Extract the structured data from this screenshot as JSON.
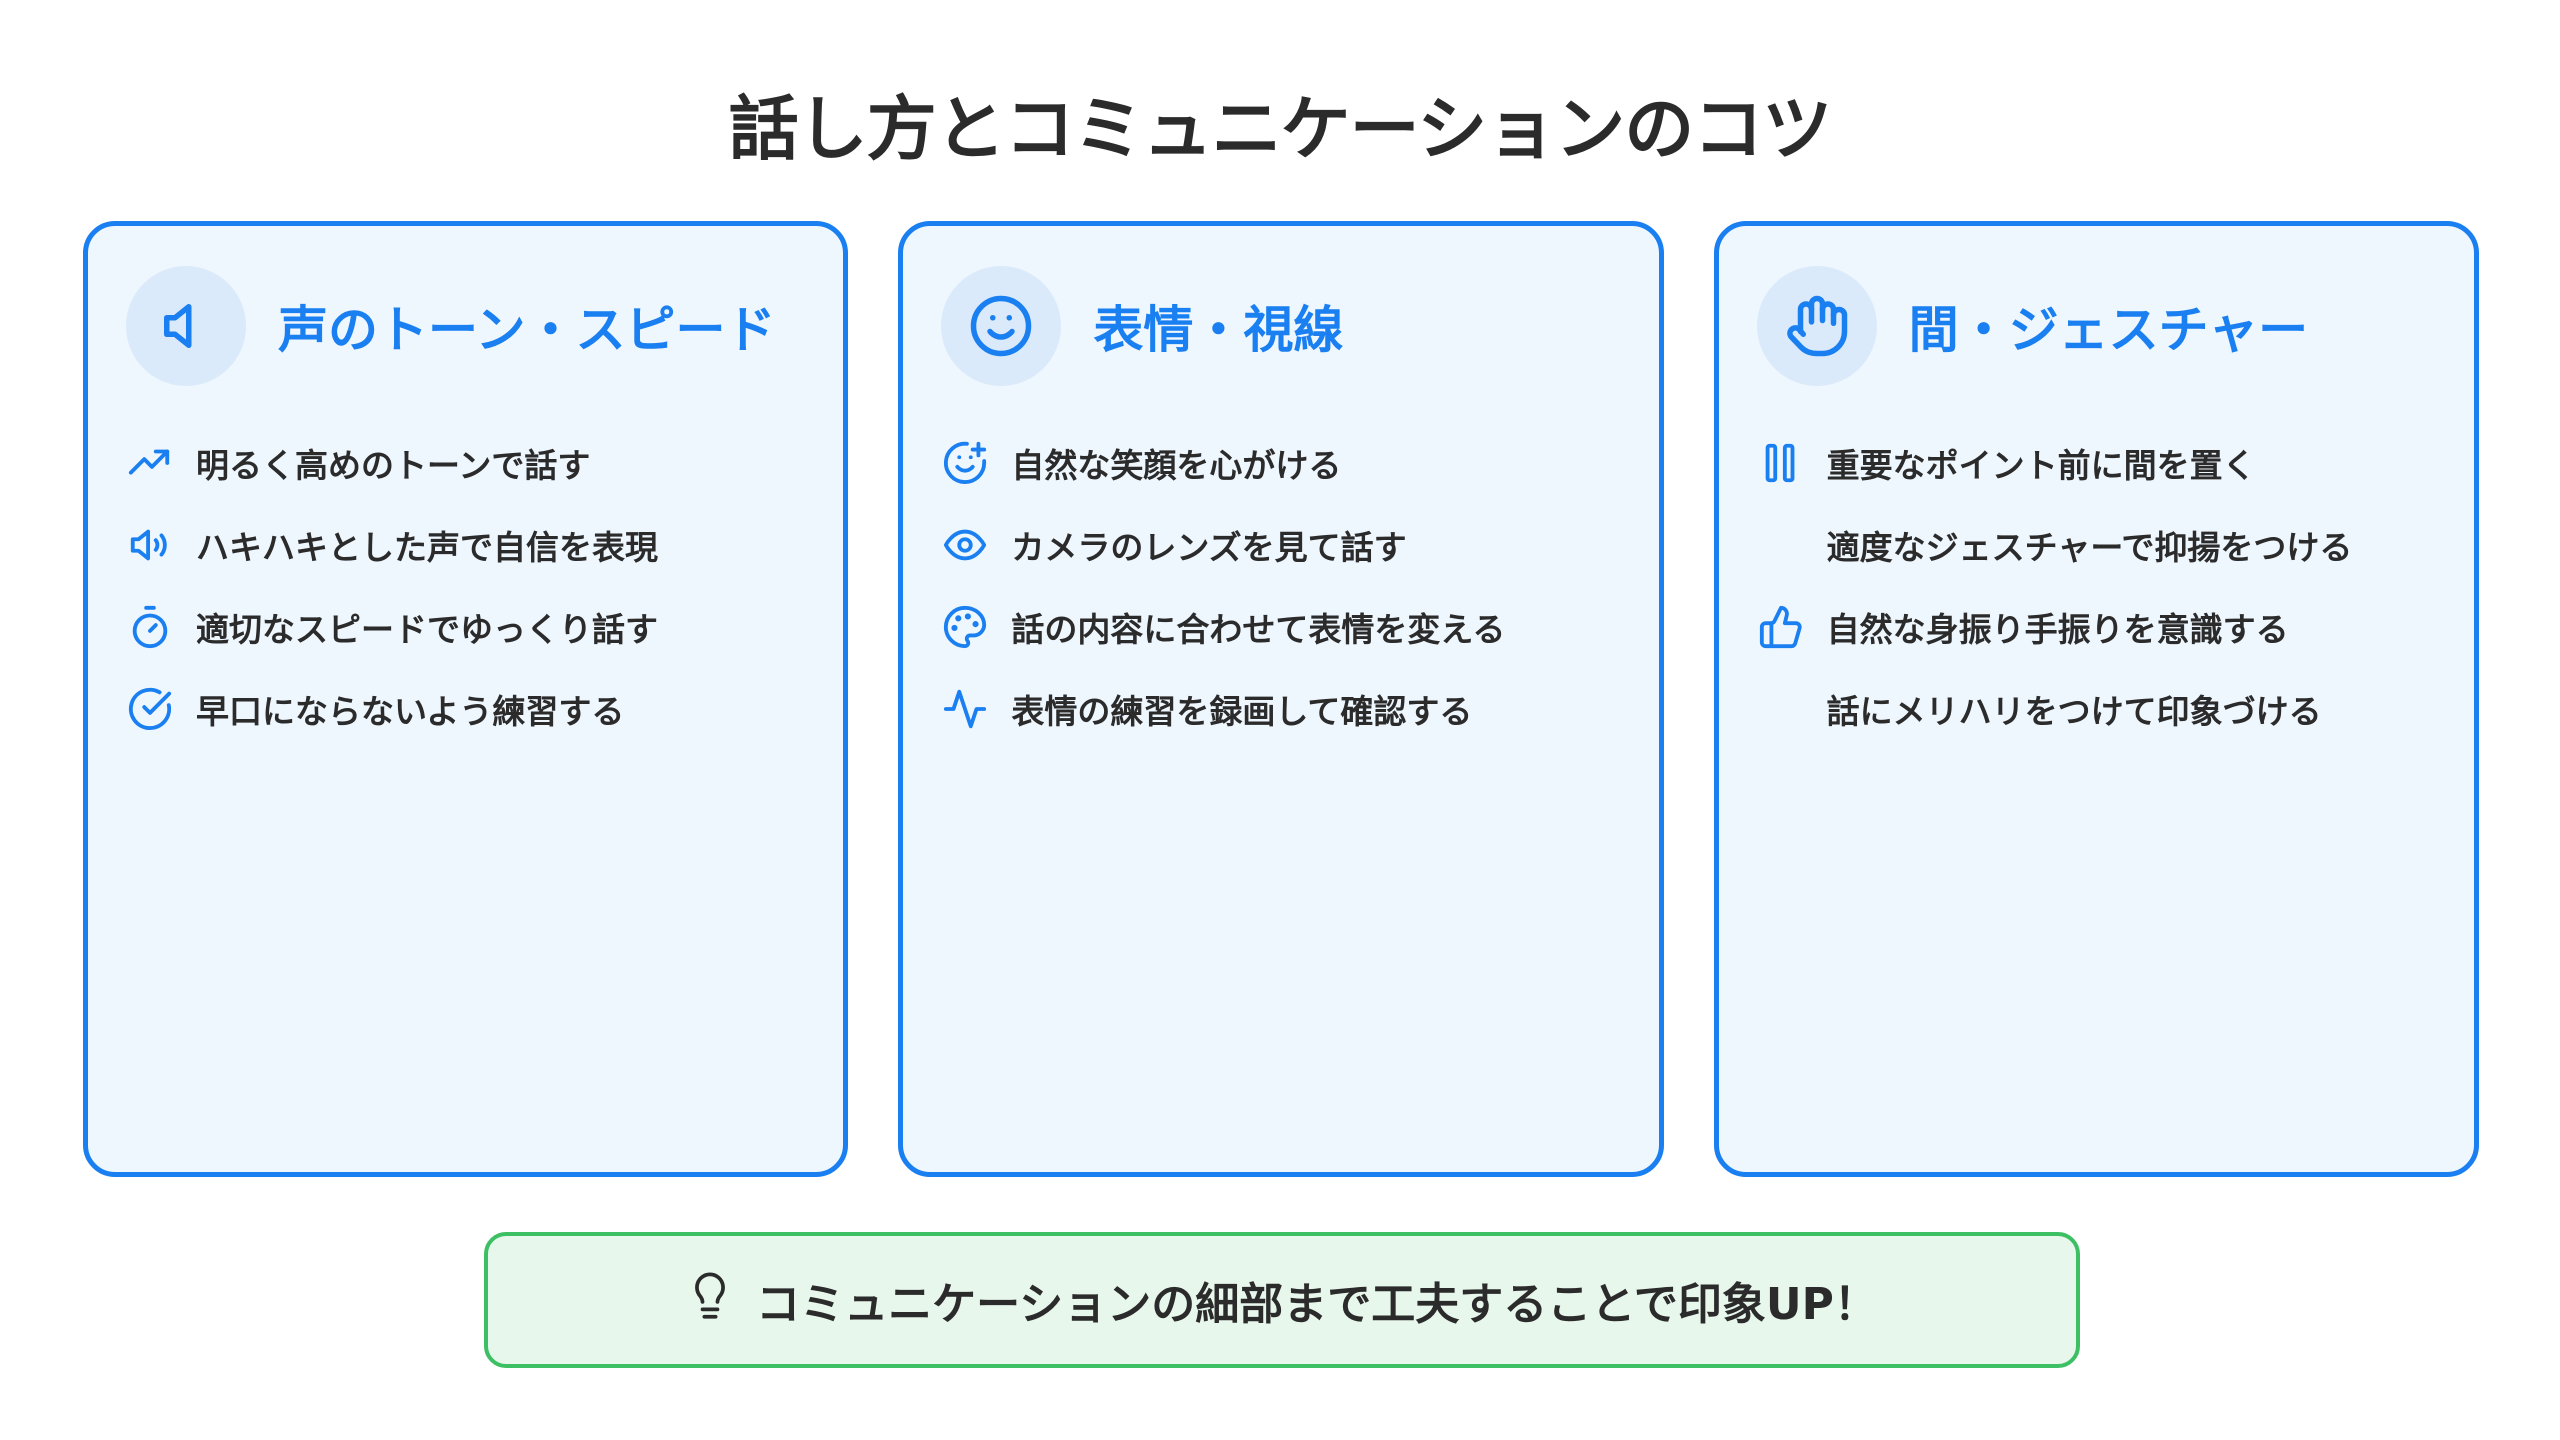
{
  "title": "話し方とコミュニケーションのコツ",
  "colors": {
    "accent": "#1a7ff0",
    "card_bg": "#eef6fe",
    "icon_circle_bg": "#dbeafb",
    "text": "#2b2b2b",
    "footer_border": "#3cc063",
    "footer_bg": "#e7f7ec"
  },
  "cards": [
    {
      "title": "声のトーン・スピード",
      "icon": "speaker-icon",
      "items": [
        {
          "icon": "trending-up-icon",
          "text": "明るく高めのトーンで話す"
        },
        {
          "icon": "volume-icon",
          "text": "ハキハキとした声で自信を表現"
        },
        {
          "icon": "stopwatch-icon",
          "text": "適切なスピードでゆっくり話す"
        },
        {
          "icon": "check-circle-icon",
          "text": "早口にならないよう練習する"
        }
      ]
    },
    {
      "title": "表情・視線",
      "icon": "smile-icon",
      "items": [
        {
          "icon": "smile-plus-icon",
          "text": "自然な笑顔を心がける"
        },
        {
          "icon": "eye-icon",
          "text": "カメラのレンズを見て話す"
        },
        {
          "icon": "palette-icon",
          "text": "話の内容に合わせて表情を変える"
        },
        {
          "icon": "activity-icon",
          "text": "表情の練習を録画して確認する"
        }
      ]
    },
    {
      "title": "間・ジェスチャー",
      "icon": "hand-icon",
      "items": [
        {
          "icon": "pause-icon",
          "text": "重要なポイント前に間を置く"
        },
        {
          "icon": "",
          "text": "適度なジェスチャーで抑揚をつける"
        },
        {
          "icon": "thumbs-up-icon",
          "text": "自然な身振り手振りを意識する"
        },
        {
          "icon": "",
          "text": "話にメリハリをつけて印象づける"
        }
      ]
    }
  ],
  "footer": {
    "icon": "lightbulb-icon",
    "text": "コミュニケーションの細部まで工夫することで印象UP！"
  }
}
